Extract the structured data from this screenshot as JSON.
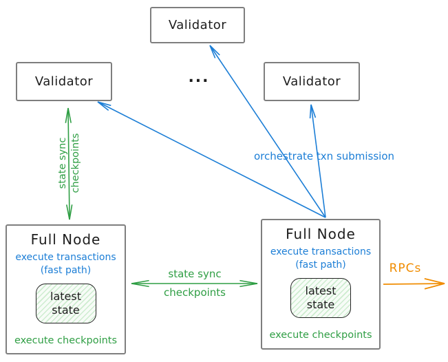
{
  "colors": {
    "blue": "#1c7ed6",
    "green": "#2f9e44",
    "orange": "#f08c00",
    "node_border": "#7e7e7e",
    "ink": "#1d1d1d",
    "hatch_line": "#cdeccf",
    "hatch_bg": "#f7fcf7"
  },
  "nodes": {
    "validator_top": {
      "label": "Validator"
    },
    "validator_left": {
      "label": "Validator"
    },
    "validator_right": {
      "label": "Validator"
    },
    "more_validators": {
      "label": "..."
    },
    "full_node_left": {
      "title": "Full Node",
      "exec_transactions": "execute transactions",
      "fast_path": "(fast path)",
      "latest_state_line1": "latest",
      "latest_state_line2": "state",
      "exec_checkpoints": "execute checkpoints"
    },
    "full_node_right": {
      "title": "Full Node",
      "exec_transactions": "execute transactions",
      "fast_path": "(fast path)",
      "latest_state_line1": "latest",
      "latest_state_line2": "state",
      "exec_checkpoints": "execute checkpoints"
    }
  },
  "edges": {
    "validator_fullnode_sync": {
      "label_line1": "state sync",
      "label_line2": "checkpoints"
    },
    "fullnode_fullnode_sync": {
      "label_line1": "state sync",
      "label_line2": "checkpoints"
    },
    "orchestrate": {
      "label": "orchestrate txn submission"
    },
    "rpcs": {
      "label": "RPCs"
    }
  }
}
